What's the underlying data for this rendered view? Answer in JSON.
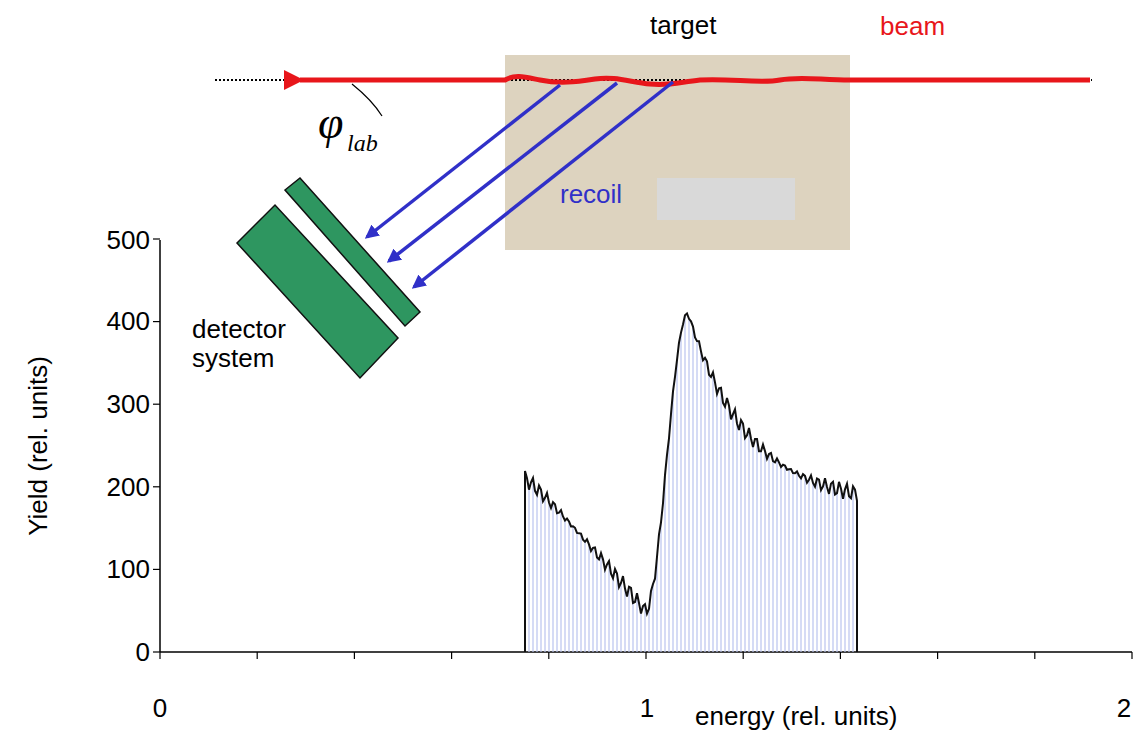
{
  "diagram": {
    "nodes": [
      {
        "text": [
          "target"
        ]
      },
      {
        "text": [
          "detector system"
        ]
      }
    ],
    "edges": [
      {
        "from": 0,
        "to": 1,
        "arrow": "to"
      },
      {
        "from": 0,
        "to": 1,
        "arrow": "to"
      },
      {
        "from": 0,
        "to": 1,
        "arrow": "to"
      }
    ],
    "labels": [
      "beam",
      "recoil",
      "φ",
      "lab",
      "Yield (rel. units)",
      "500",
      "400",
      "300",
      "200",
      "100",
      "0",
      "0",
      "1",
      "2",
      "energy (rel. units)"
    ]
  }
}
